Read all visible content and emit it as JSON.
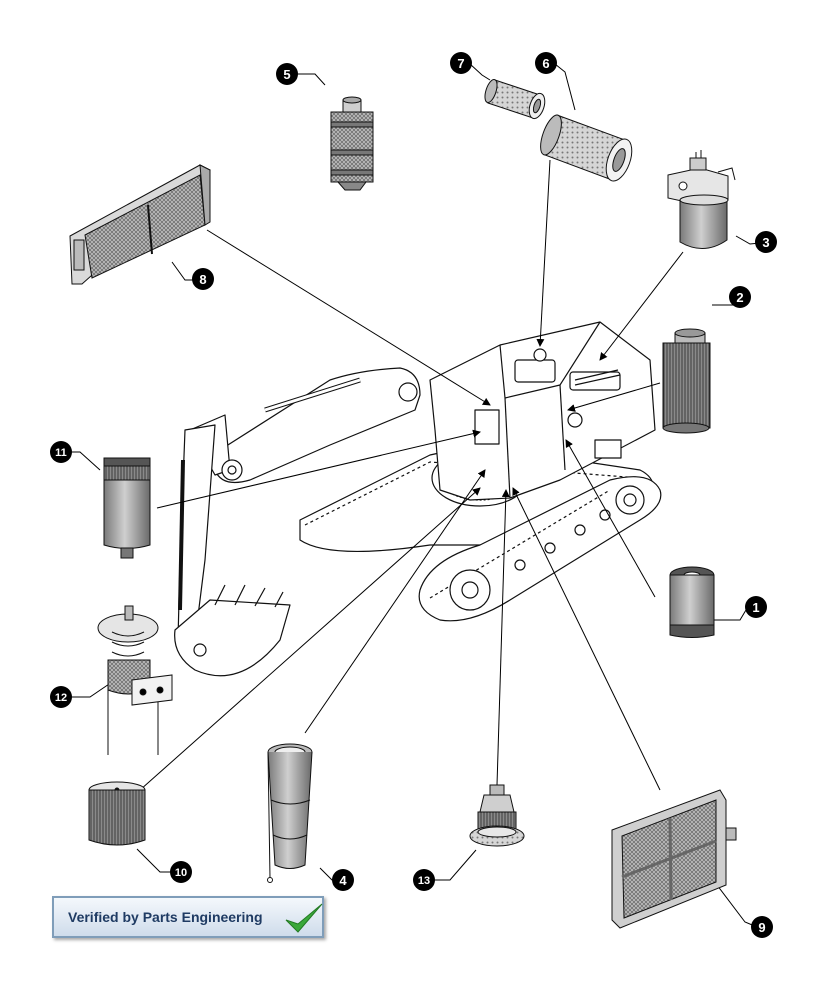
{
  "callouts": [
    "1",
    "2",
    "3",
    "4",
    "5",
    "6",
    "7",
    "8",
    "9",
    "10",
    "11",
    "12",
    "13"
  ],
  "badge": {
    "text": "Verified by Parts Engineering",
    "check_color": "#3aa83a"
  },
  "colors": {
    "line": "#111111",
    "filter_grey": "#9a9a9a",
    "filter_dark": "#555555",
    "badge_border": "#7f9db9"
  },
  "icons": [
    "excavator-illustration",
    "oil-filter-icon",
    "hydraulic-return-filter-icon",
    "fuel-water-separator-icon",
    "suction-strainer-icon",
    "breather-filter-icon",
    "outer-air-filter-icon",
    "inner-air-filter-icon",
    "cab-air-filter-icon",
    "recirculation-filter-icon",
    "pilot-filter-icon",
    "fuel-filter-icon",
    "drain-filter-icon",
    "pre-filter-icon",
    "check-icon"
  ]
}
